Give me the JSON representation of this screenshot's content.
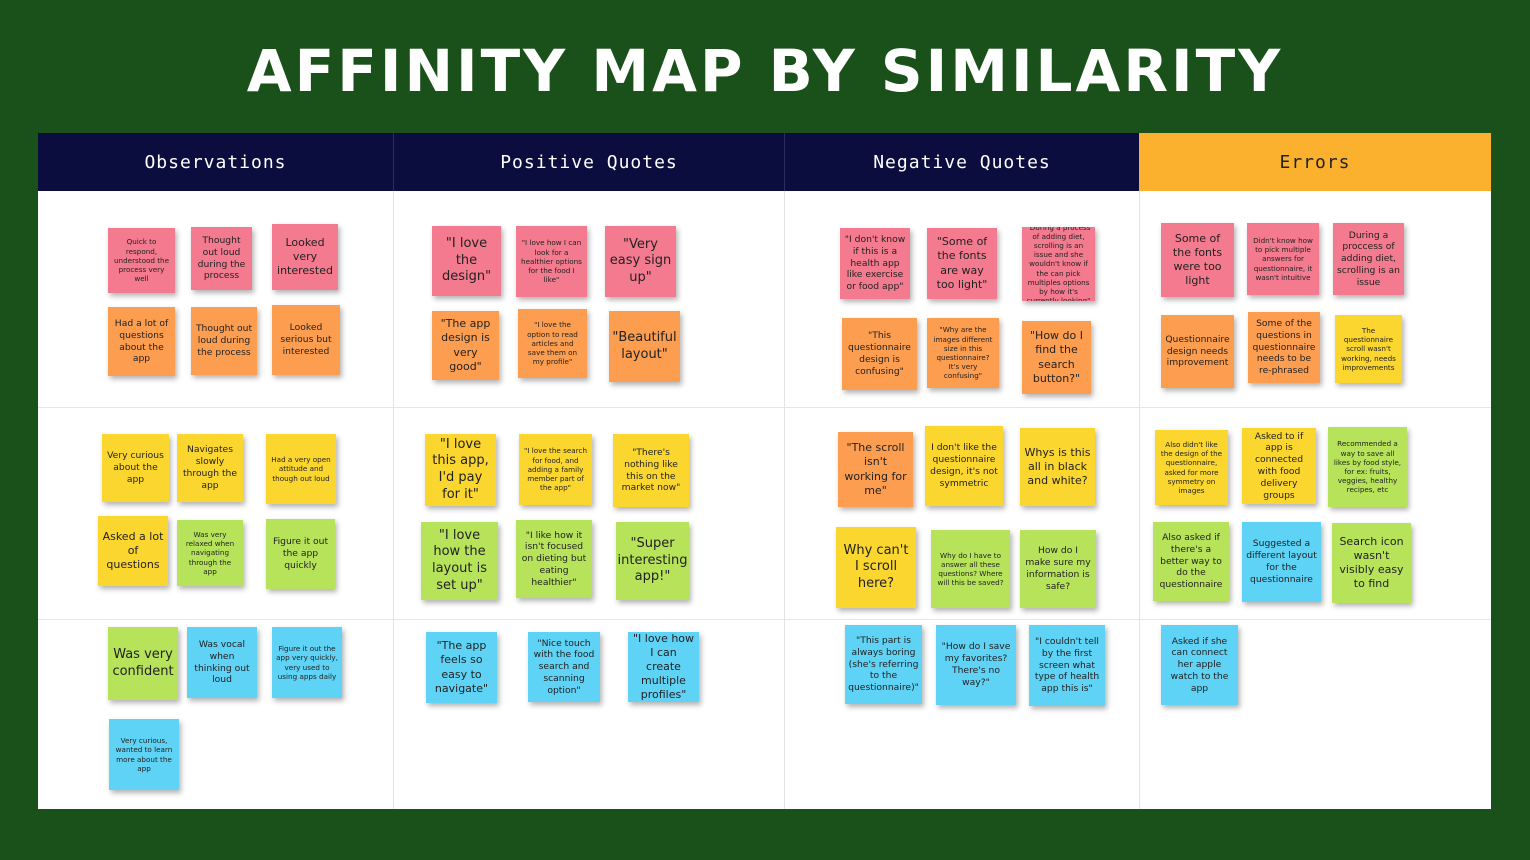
{
  "title": "AFFINITY MAP BY SIMILARITY",
  "colors": {
    "background": "#1a5019",
    "header_dark": "#0b0d3f",
    "header_errors": "#fbb12e",
    "note_pink": "#f47a8f",
    "note_orange": "#fd9d4f",
    "note_yellow": "#fbd62e",
    "note_green": "#b7e35a",
    "note_blue": "#5fd3f6"
  },
  "columns": [
    "Observations",
    "Positive Quotes",
    "Negative Quotes",
    "Errors"
  ],
  "notes": [
    {
      "col": 0,
      "color": "pink",
      "text": "Quick to respond, understood the process very well"
    },
    {
      "col": 0,
      "color": "pink",
      "text": "Thought out loud during the process"
    },
    {
      "col": 0,
      "color": "pink",
      "text": "Looked very interested"
    },
    {
      "col": 0,
      "color": "orange",
      "text": "Had a lot of questions about the app"
    },
    {
      "col": 0,
      "color": "orange",
      "text": "Thought out loud during the process"
    },
    {
      "col": 0,
      "color": "orange",
      "text": "Looked serious but interested"
    },
    {
      "col": 0,
      "color": "yellow",
      "text": "Very curious about the app"
    },
    {
      "col": 0,
      "color": "yellow",
      "text": "Navigates slowly through the app"
    },
    {
      "col": 0,
      "color": "yellow",
      "text": "Had a very open attitude and though out loud"
    },
    {
      "col": 0,
      "color": "yellow",
      "text": "Asked a lot of questions"
    },
    {
      "col": 0,
      "color": "green",
      "text": "Was very relaxed when navigating through the app"
    },
    {
      "col": 0,
      "color": "green",
      "text": "Figure it out the app quickly"
    },
    {
      "col": 0,
      "color": "green",
      "text": "Was very confident"
    },
    {
      "col": 0,
      "color": "blue",
      "text": "Was vocal when thinking out loud"
    },
    {
      "col": 0,
      "color": "blue",
      "text": "Figure it out the app very quickly, very used to using apps daily"
    },
    {
      "col": 0,
      "color": "blue",
      "text": "Very curious, wanted to learn more about the app"
    },
    {
      "col": 1,
      "color": "pink",
      "text": "\"I love the design\""
    },
    {
      "col": 1,
      "color": "pink",
      "text": "\"I love how I can look for a healthier options for the food I like\""
    },
    {
      "col": 1,
      "color": "pink",
      "text": "\"Very easy sign up\""
    },
    {
      "col": 1,
      "color": "orange",
      "text": "\"The app design is very good\""
    },
    {
      "col": 1,
      "color": "orange",
      "text": "\"I love the option to read articles and save them on my profile\""
    },
    {
      "col": 1,
      "color": "orange",
      "text": "\"Beautiful layout\""
    },
    {
      "col": 1,
      "color": "yellow",
      "text": "\"I love this app, I'd pay for it\""
    },
    {
      "col": 1,
      "color": "yellow",
      "text": "\"I love the search for food, and adding a family member part of the app\""
    },
    {
      "col": 1,
      "color": "yellow",
      "text": "\"There's nothing like this on the market now\""
    },
    {
      "col": 1,
      "color": "green",
      "text": "\"I love how the layout is set up\""
    },
    {
      "col": 1,
      "color": "green",
      "text": "\"I like how it isn't focused on dieting but eating healthier\""
    },
    {
      "col": 1,
      "color": "green",
      "text": "\"Super interesting app!\""
    },
    {
      "col": 1,
      "color": "blue",
      "text": "\"The app feels so easy to navigate\""
    },
    {
      "col": 1,
      "color": "blue",
      "text": "\"Nice touch with the food search and scanning option\""
    },
    {
      "col": 1,
      "color": "blue",
      "text": "\"I love how I can create multiple profiles\""
    },
    {
      "col": 2,
      "color": "pink",
      "text": "\"I don't know if this is a health app like exercise or food app\""
    },
    {
      "col": 2,
      "color": "pink",
      "text": "\"Some of the fonts are way too light\""
    },
    {
      "col": 2,
      "color": "pink",
      "text": "\"During a process of adding diet, scrolling is an issue and she wouldn't know if the can pick multiples options by how it's currently looking\""
    },
    {
      "col": 2,
      "color": "orange",
      "text": "\"This questionnaire design is confusing\""
    },
    {
      "col": 2,
      "color": "orange",
      "text": "\"Why are the images different size in this questionnaire? It's very confusing\""
    },
    {
      "col": 2,
      "color": "orange",
      "text": "\"How do I find the search button?\""
    },
    {
      "col": 2,
      "color": "orange",
      "text": "\"The scroll isn't working for me\""
    },
    {
      "col": 2,
      "color": "yellow",
      "text": "I don't like the questionnaire design, it's not symmetric"
    },
    {
      "col": 2,
      "color": "yellow",
      "text": "Whys is this all in black and white?"
    },
    {
      "col": 2,
      "color": "yellow",
      "text": "Why can't I scroll here?"
    },
    {
      "col": 2,
      "color": "green",
      "text": "Why do I have to answer all these questions? Where will this be saved?"
    },
    {
      "col": 2,
      "color": "green",
      "text": "How do I make sure my information is safe?"
    },
    {
      "col": 2,
      "color": "blue",
      "text": "\"This part is always boring (she's referring to the questionnaire)\""
    },
    {
      "col": 2,
      "color": "blue",
      "text": "\"How do I save my favorites? There's no way?\""
    },
    {
      "col": 2,
      "color": "blue",
      "text": "\"I couldn't tell by the first screen what type of health app this is\""
    },
    {
      "col": 3,
      "color": "pink",
      "text": "Some of the fonts were too light"
    },
    {
      "col": 3,
      "color": "pink",
      "text": "Didn't know how to pick multiple answers for questionnaire, it wasn't intuitive"
    },
    {
      "col": 3,
      "color": "pink",
      "text": "During a proccess of adding diet, scrolling is an issue"
    },
    {
      "col": 3,
      "color": "orange",
      "text": "Questionnaire design needs improvement"
    },
    {
      "col": 3,
      "color": "orange",
      "text": "Some of the questions in questionnaire needs to be re-phrased"
    },
    {
      "col": 3,
      "color": "yellow",
      "text": "The questionnaire scroll wasn't working, needs improvements"
    },
    {
      "col": 3,
      "color": "yellow",
      "text": "Also didn't like the design of the questionnaire, asked for more symmetry on images"
    },
    {
      "col": 3,
      "color": "yellow",
      "text": "Asked to if app is connected with food delivery groups"
    },
    {
      "col": 3,
      "color": "green",
      "text": "Recommended a way to save all likes by food style, for ex: fruits, veggies, healthy recipes, etc"
    },
    {
      "col": 3,
      "color": "green",
      "text": "Also asked if there's a better way to do the questionnaire"
    },
    {
      "col": 3,
      "color": "blue",
      "text": "Suggested a different layout for the questionnaire"
    },
    {
      "col": 3,
      "color": "green",
      "text": "Search icon wasn't visibly easy to find"
    },
    {
      "col": 3,
      "color": "blue",
      "text": "Asked if she can connect her apple watch to the app"
    }
  ]
}
